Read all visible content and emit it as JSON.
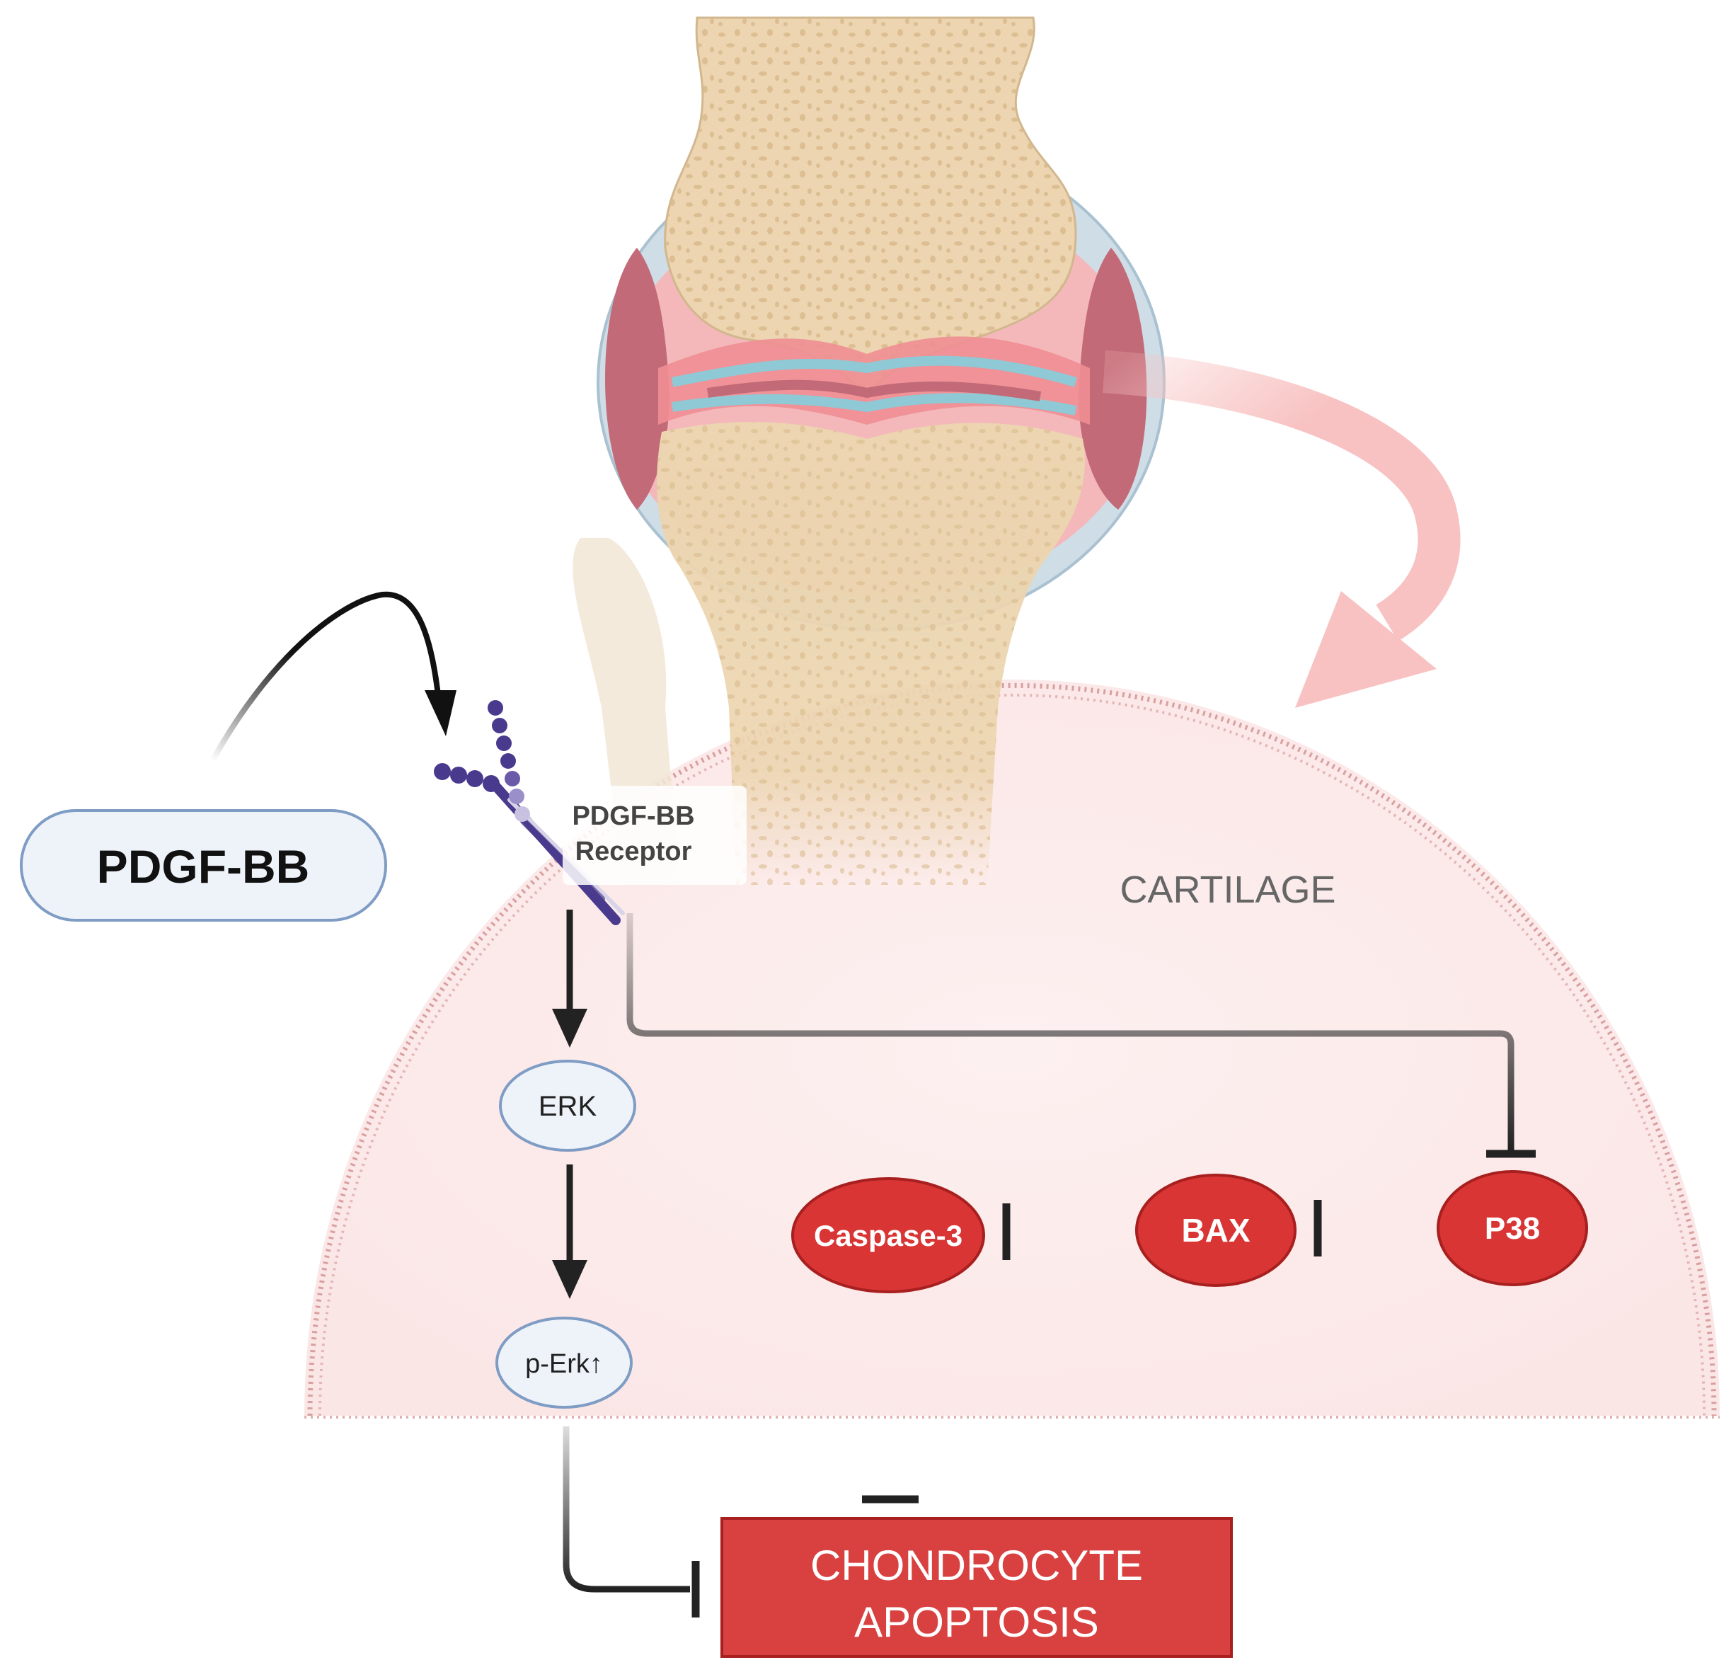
{
  "nodes": {
    "pdgf_bb": "PDGF-BB",
    "receptor_line1": "PDGF-BB",
    "receptor_line2": "Receptor",
    "cartilage": "CARTILAGE",
    "erk": "ERK",
    "p_erk": "p-Erk↑",
    "caspase3": "Caspase-3",
    "bax": "BAX",
    "p38": "P38",
    "outcome_line1": "CHONDROCYTE",
    "outcome_line2": "APOPTOSIS"
  },
  "colors": {
    "cell_fill": "#fdeeee",
    "membrane": "#d9a0a0",
    "pill_fill": "#eef3fa",
    "pill_stroke": "#7f9cc4",
    "red_node": "#d93535",
    "red_node_stroke": "#a81f1f",
    "outcome_fill": "#d94040",
    "bone": "#ecd5b0",
    "bone_dots": "#d8b88a",
    "synovium": "#cfdde6",
    "inflamed": "#f08e94",
    "cavity": "#c26a77",
    "cartilage_blue": "#8fc9d6",
    "pink_arrow": "#f8c2c2",
    "receptor": "#4a3a8e"
  },
  "icons": {
    "receptor_icon": "pdgf-receptor-icon",
    "joint_illustration": "inflamed-knee-joint-icon"
  }
}
